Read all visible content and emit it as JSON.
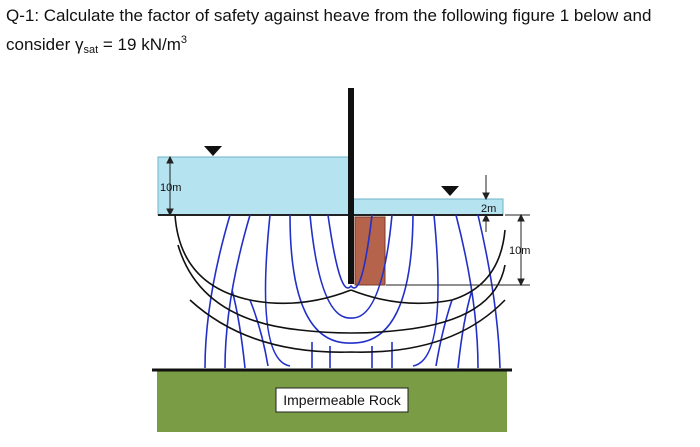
{
  "question": {
    "prefix": "Q-1: Calculate the factor of safety against heave from the following figure 1 below and",
    "consider": "consider",
    "gamma": "γ",
    "gamma_sub": "sat",
    "equals": " = 19 kN/m",
    "unit_sup": "3"
  },
  "figure": {
    "upstream_head_label": "10m",
    "downstream_head_label": "2m",
    "sheet_pile_depth_label": "10m",
    "rock_label": "Impermeable Rock",
    "colors": {
      "water": "#b6e3f0",
      "soil_block": "#b5634a",
      "rock": "#7a9c45",
      "flow_lines": "#2230c8",
      "equipotential_lines": "#111111",
      "sheet_pile": "#111111"
    }
  }
}
